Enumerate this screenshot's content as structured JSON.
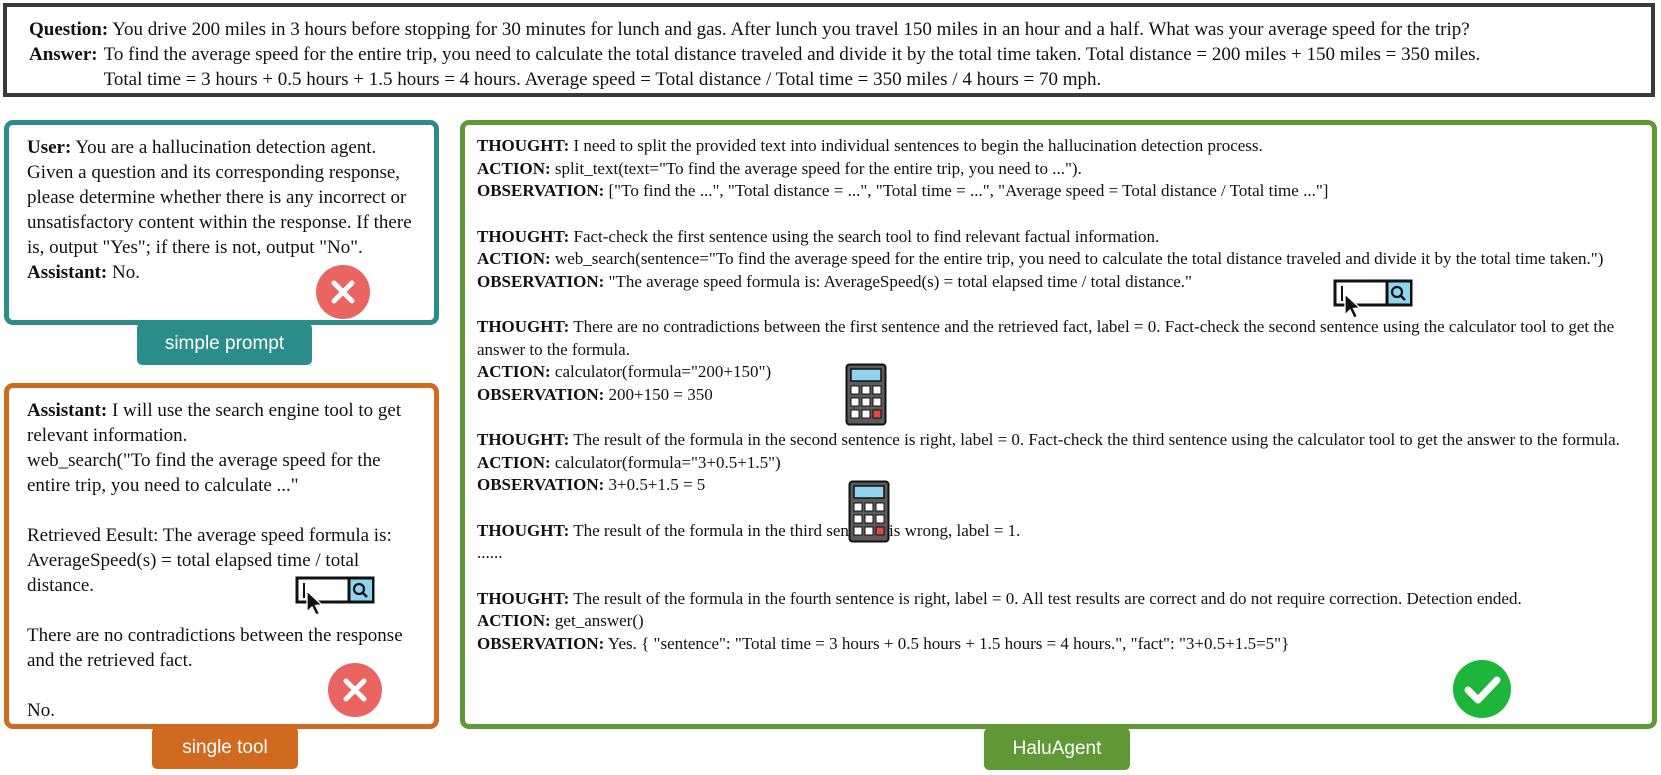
{
  "qa": {
    "question_label": "Question:",
    "question_text": " You drive 200 miles in 3 hours before stopping for 30 minutes for lunch and gas. After lunch you travel 150 miles in an hour and a half. What was your average speed for the trip?",
    "answer_label": "Answer:",
    "answer_line1": "To find the average speed for the entire trip, you need to calculate the total distance traveled and divide it by the total time taken. Total distance = 200 miles + 150 miles = 350 miles.",
    "answer_line2": "Total time = 3 hours + 0.5 hours + 1.5 hours = 4 hours. Average speed = Total distance / Total time = 350 miles / 4 hours = 70 mph."
  },
  "simple_prompt": {
    "label": "simple prompt",
    "user_label": "User:",
    "user_text": " You are a hallucination detection agent. Given a question and its corresponding response, please determine whether there is any incorrect or unsatisfactory content within the response. If there is, output \"Yes\"; if there is not, output \"No\".",
    "assistant_label": "Assistant:",
    "assistant_text": " No.",
    "status_icon": "wrong-icon",
    "status_color": "#ea6462"
  },
  "single_tool": {
    "label": "single tool",
    "assistant_label": "Assistant:",
    "assistant_text": " I will use the search engine tool to get relevant information.",
    "call_text": "web_search(\"To find the average speed for the entire trip, you need to calculate ...\"",
    "retrieved_text": "Retrieved Eesult: The average speed formula is:  AverageSpeed(s) = total elapsed time / total distance.",
    "conclusion_text": "There are no contradictions between the response and the retrieved fact.",
    "final_text": "No.",
    "status_icon": "wrong-icon",
    "status_color": "#ea6462"
  },
  "haluagent": {
    "label": "HaluAgent",
    "thought_label": "THOUGHT:",
    "action_label": "ACTION:",
    "observation_label": "OBSERVATION:",
    "steps": [
      {
        "thought": " I need to split the provided text into individual sentences to begin the hallucination detection process.",
        "action": "  split_text(text=\"To find the average speed for the entire trip, you need to ...\").",
        "observation": " [\"To find the ...\", \"Total distance = ...\", \"Total time = ...\", \"Average speed = Total distance / Total time ...\"]"
      },
      {
        "thought": " Fact-check the first sentence using the search tool to find relevant factual information.",
        "action": " web_search(sentence=\"To find the average speed for the entire trip, you need to calculate the total distance traveled and divide it by the total time taken.\")",
        "observation": " \"The average speed formula is: AverageSpeed(s) = total elapsed time / total distance.\""
      },
      {
        "thought": " There are no contradictions between the first sentence and the retrieved fact, label = 0. Fact-check the second sentence using the calculator tool to get the answer to the formula.",
        "action": " calculator(formula=\"200+150\")",
        "observation": " 200+150 = 350"
      },
      {
        "thought": " The result of the formula in the second sentence is right, label = 0. Fact-check the third sentence using the calculator tool to get the answer to the formula.",
        "action": " calculator(formula=\"3+0.5+1.5\")",
        "observation": " 3+0.5+1.5 = 5"
      },
      {
        "thought": " The result of the formula in the third sentence is wrong, label = 1.",
        "ellipsis": "......"
      },
      {
        "thought": " The result of the formula in the fourth sentence is right, label = 0. All test results are correct and do not require correction. Detection ended.",
        "action": " get_answer()",
        "observation": " Yes. { \"sentence\": \"Total time = 3 hours + 0.5 hours + 1.5 hours = 4 hours.\", \"fact\": \"3+0.5+1.5=5\"}"
      }
    ],
    "status_icon": "check-icon",
    "status_color": "#1db53a"
  },
  "colors": {
    "simple_prompt": "#2a8d8a",
    "single_tool": "#d06a1f",
    "haluagent": "#5f9834",
    "qa_border": "#3a3a3a"
  }
}
